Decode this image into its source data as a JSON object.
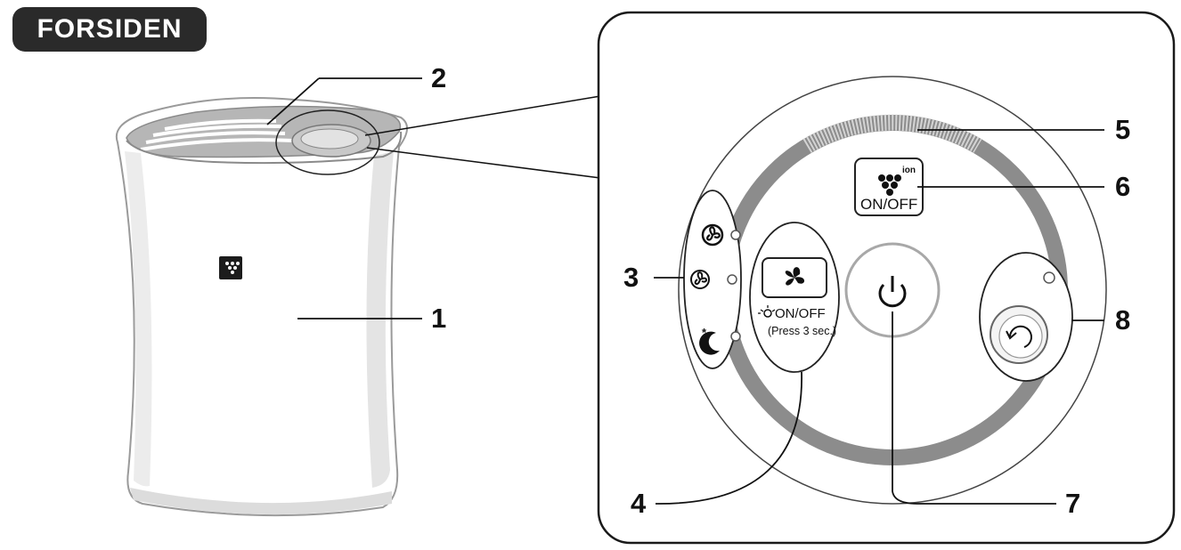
{
  "title": "FORSIDEN",
  "colors": {
    "badge": "#2a2a2a",
    "line": "#111111",
    "device_body": "#ffffff",
    "device_shade": "#b9b9b9",
    "ring": "#8a8a8a",
    "power_ring": "#9a9a9a"
  },
  "callouts": [
    "1",
    "2",
    "3",
    "4",
    "5",
    "6",
    "7",
    "8"
  ],
  "panel": {
    "plasma_button_top": "ion",
    "plasma_button_label": "ON/OFF",
    "fan_light_label": "ON/OFF",
    "fan_light_hint": "(Press 3 sec.)"
  },
  "icons": {
    "fan_speed_high": "fan-high-icon",
    "fan_speed_medium": "fan-medium-icon",
    "sleep_mode": "moon-icon",
    "fan_button": "fan-icon",
    "light_indicator": "sun-icon",
    "plasma_cluster": "plasmacluster-icon",
    "power": "power-icon",
    "reset": "reset-icon"
  }
}
